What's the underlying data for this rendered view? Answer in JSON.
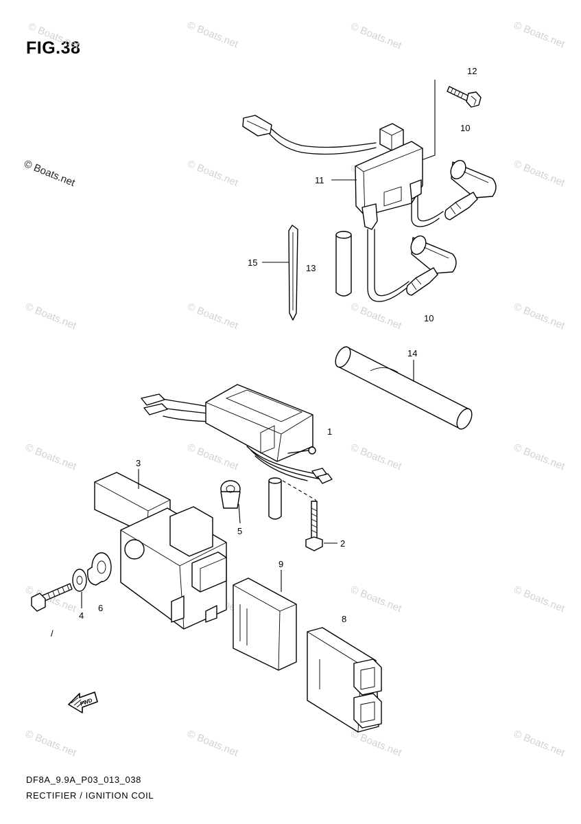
{
  "figure": {
    "title": "FIG.38",
    "code": "DF8A_9.9A_P03_013_038",
    "caption": "RECTIFIER / IGNITION COIL"
  },
  "watermark": "© Boats.net",
  "fwd_label": "FWD",
  "callouts": [
    "12",
    "10",
    "11",
    "15",
    "13",
    "10",
    "14",
    "1",
    "3",
    "5",
    "2",
    "9",
    "8",
    "4",
    "6",
    "/"
  ],
  "colors": {
    "line": "#000000",
    "watermark": "#d2d2d2",
    "background": "#ffffff"
  }
}
